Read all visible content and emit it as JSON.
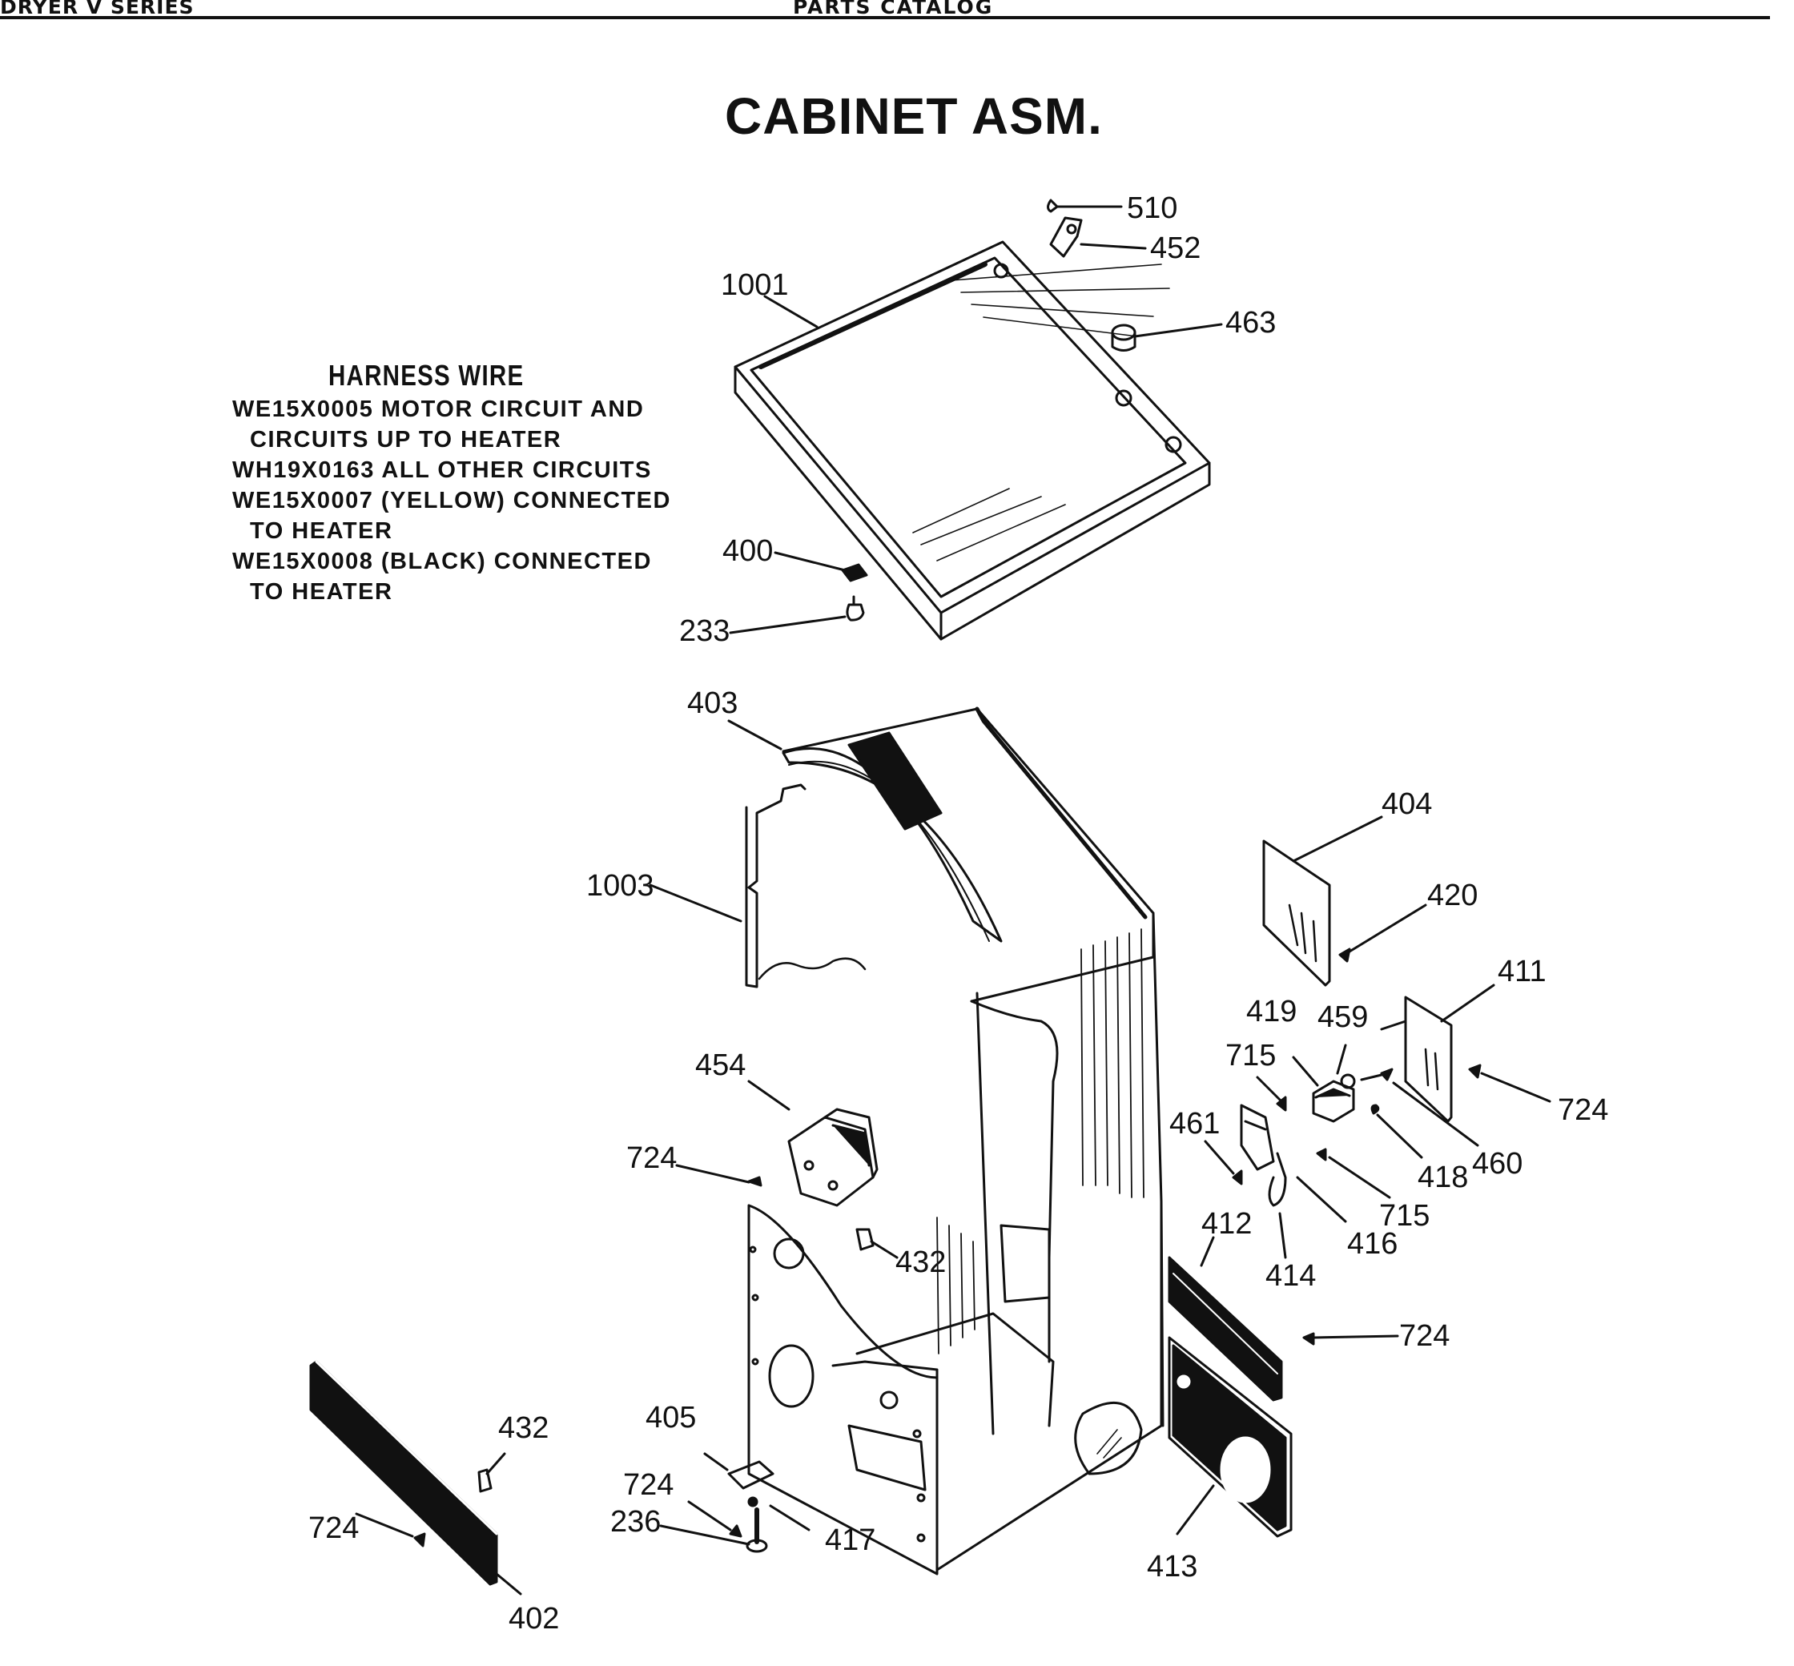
{
  "header": {
    "left": "DRYER V SERIES",
    "center": "PARTS CATALOG"
  },
  "title": "CABINET ASM.",
  "harness": {
    "title": "HARNESS WIRE",
    "lines": [
      "WE15X0005 MOTOR CIRCUIT AND",
      "CIRCUITS UP TO HEATER",
      "WH19X0163 ALL OTHER CIRCUITS",
      "WE15X0007 (YELLOW) CONNECTED",
      "TO HEATER",
      "WE15X0008 (BLACK) CONNECTED",
      "TO HEATER"
    ]
  },
  "parts": {
    "p510": "510",
    "p452": "452",
    "p463": "463",
    "p1001": "1001",
    "p400": "400",
    "p233": "233",
    "p403": "403",
    "p1003": "1003",
    "p404": "404",
    "p420": "420",
    "p411": "411",
    "p419": "419",
    "p459": "459",
    "p715a": "715",
    "p724a": "724",
    "p461": "461",
    "p418": "418",
    "p460": "460",
    "p715b": "715",
    "p416": "416",
    "p454": "454",
    "p724b": "724",
    "p432a": "432",
    "p412": "412",
    "p414": "414",
    "p724c": "724",
    "p405": "405",
    "p724d": "724",
    "p236": "236",
    "p417": "417",
    "p413": "413",
    "p432b": "432",
    "p724e": "724",
    "p402": "402"
  }
}
